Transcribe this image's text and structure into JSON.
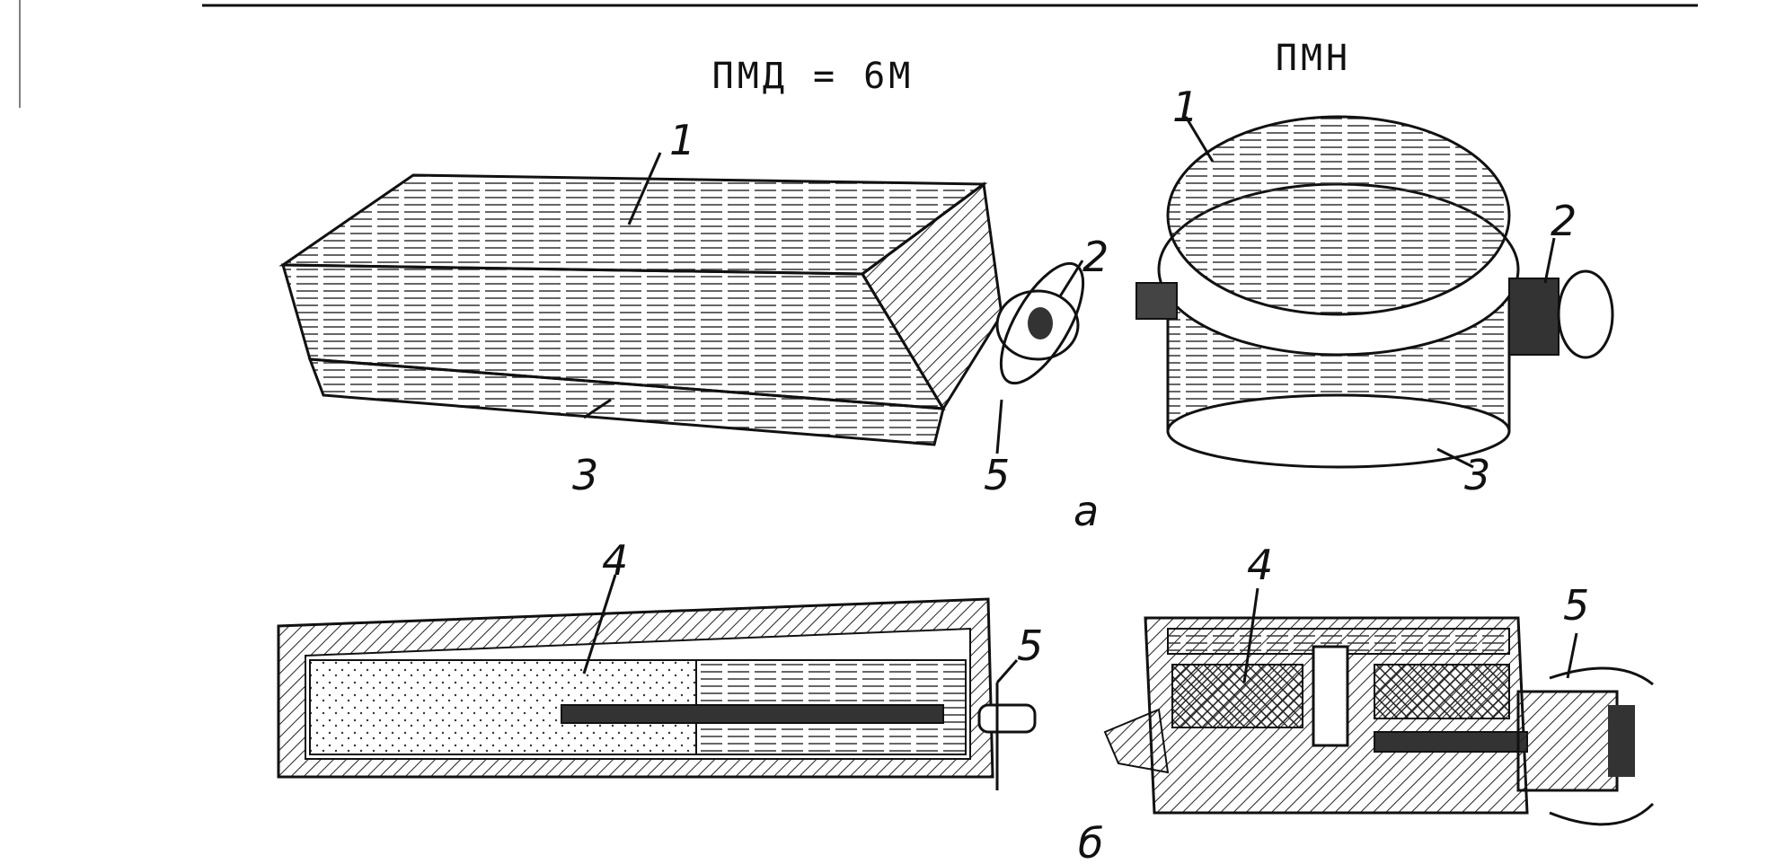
{
  "titles": {
    "left": "ПМД = 6М",
    "right": "ПМН"
  },
  "row_labels": {
    "top": "а",
    "bottom": "б"
  },
  "callouts": {
    "pmd_top": [
      "1",
      "2",
      "3",
      "5"
    ],
    "pmn_top": [
      "1",
      "2",
      "3"
    ],
    "pmd_section": [
      "4",
      "5"
    ],
    "pmn_section": [
      "4",
      "5"
    ]
  }
}
